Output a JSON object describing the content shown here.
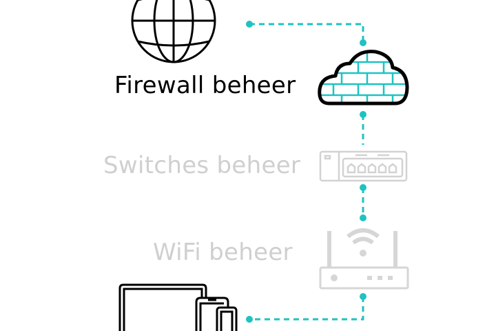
{
  "labels": {
    "firewall": "Firewall beheer",
    "switches": "Switches beheer",
    "wifi": "WiFi beheer"
  },
  "colors": {
    "accent": "#1fc2c2",
    "active_text": "#000000",
    "inactive": "#cfcfcf"
  },
  "icons": [
    "globe-icon",
    "firewall-cloud-icon",
    "network-switch-icon",
    "wifi-router-icon",
    "devices-icon"
  ]
}
